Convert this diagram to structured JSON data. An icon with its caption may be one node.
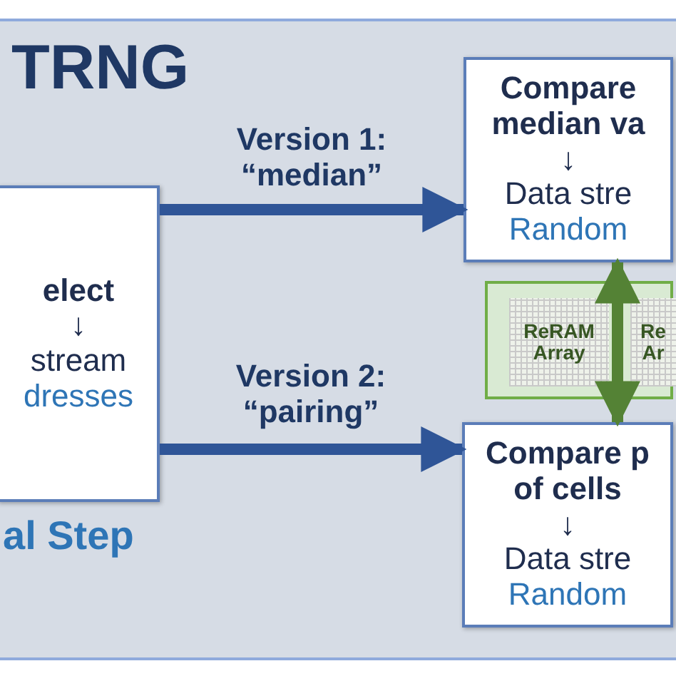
{
  "diagram": {
    "title": "TRNG",
    "nodes": [
      {
        "text": [
          "elect",
          "↓",
          "stream",
          "dresses"
        ],
        "beside": [
          "al Step"
        ]
      },
      {
        "text": [
          "Compare median va",
          "↓",
          "Data stre",
          "Random"
        ]
      },
      {
        "text": [],
        "shape": "box"
      },
      {
        "text": [
          "ReRAM Array"
        ],
        "in": 2
      },
      {
        "text": [
          "Re Ar"
        ],
        "in": 2
      },
      {
        "text": [
          "Compare p of cells",
          "↓",
          "Data stre",
          "Random"
        ]
      }
    ],
    "edges": [
      {
        "from": 0,
        "to": 1,
        "arrow": "to",
        "label": "Version 1: “median”"
      },
      {
        "from": 0,
        "to": 5,
        "arrow": "to",
        "label": "Version 2: “pairing”"
      },
      {
        "from": 1,
        "to": 5,
        "arrow": "both",
        "color": "#548235"
      }
    ]
  }
}
